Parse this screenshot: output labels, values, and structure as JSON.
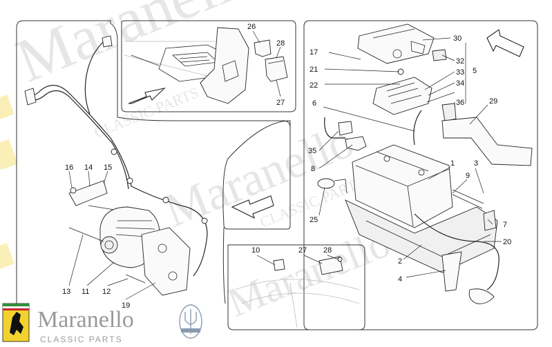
{
  "watermark": {
    "brand": "Maranello",
    "sub": "CLASSIC PARTS"
  },
  "footer": {
    "brand": "Maranello",
    "sub": "CLASSIC PARTS",
    "logo_left": "prancing-horse-logo",
    "logo_right": "trident-logo"
  },
  "callouts": {
    "c1": "1",
    "c2": "2",
    "c3": "3",
    "c4": "4",
    "c5": "5",
    "c6": "6",
    "c7": "7",
    "c8": "8",
    "c9": "9",
    "c10": "10",
    "c11": "11",
    "c12": "12",
    "c13": "13",
    "c14": "14",
    "c15": "15",
    "c16": "16",
    "c17": "17",
    "c19": "19",
    "c20": "20",
    "c21": "21",
    "c22": "22",
    "c25": "25",
    "c26": "26",
    "c27a": "27",
    "c27b": "27",
    "c28a": "28",
    "c28b": "28",
    "c29": "29",
    "c30": "30",
    "c32": "32",
    "c33": "33",
    "c34": "34",
    "c35": "35",
    "c36": "36"
  },
  "colors": {
    "line": "#222222",
    "watermark": "#e6e6e6",
    "brand_text": "#9a9a9a",
    "ferrari_yellow": "#f2d22e"
  }
}
